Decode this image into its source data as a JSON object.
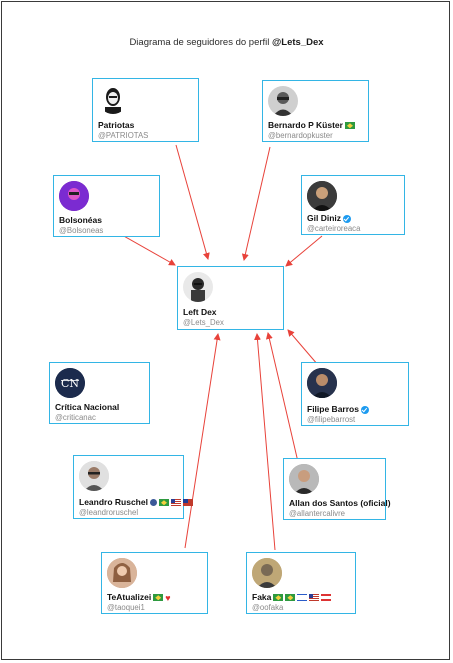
{
  "title": {
    "prefix": "Diagrama de seguidores do perfil",
    "handle": "@Lets_Dex"
  },
  "colors": {
    "card_border": "#33b5e5",
    "arrow": "#e8423a"
  },
  "center": {
    "name": "Left Dex",
    "handle": "@Lets_Dex"
  },
  "profiles": [
    {
      "id": "patriotas",
      "name": "Patriotas",
      "handle": "@PATRIOTAS"
    },
    {
      "id": "kuster",
      "name": "Bernardo P Küster",
      "handle": "@bernardopkuster",
      "badges": [
        "flag-br"
      ]
    },
    {
      "id": "bolsoneas",
      "name": "Bolsonéas",
      "handle": "@Bolsoneas"
    },
    {
      "id": "diniz",
      "name": "Gil Diniz",
      "handle": "@carteiroreaca",
      "badges": [
        "verified-icon"
      ]
    },
    {
      "id": "critica",
      "name": "Crítica Nacional",
      "handle": "@criticanac",
      "logo_text": "CN"
    },
    {
      "id": "barros",
      "name": "Filipe Barros",
      "handle": "@filipebarrost",
      "badges": [
        "verified-icon"
      ]
    },
    {
      "id": "ruschel",
      "name": "Leandro Ruschel",
      "handle": "@leandroruschel",
      "badges": [
        "speaking-head-icon",
        "flag-br",
        "flag-us",
        "flag-tw"
      ]
    },
    {
      "id": "santos",
      "name": "Allan dos Santos (oficial)",
      "handle": "@allantercalivre"
    },
    {
      "id": "teatualizei",
      "name": "TeAtualizei",
      "handle": "@taoquei1",
      "badges": [
        "flag-br",
        "heart-icon"
      ]
    },
    {
      "id": "faka",
      "name": "Faka",
      "handle": "@oofaka",
      "badges": [
        "flag-br",
        "flag-br",
        "flag-il",
        "flag-us",
        "flag-lb"
      ]
    }
  ]
}
